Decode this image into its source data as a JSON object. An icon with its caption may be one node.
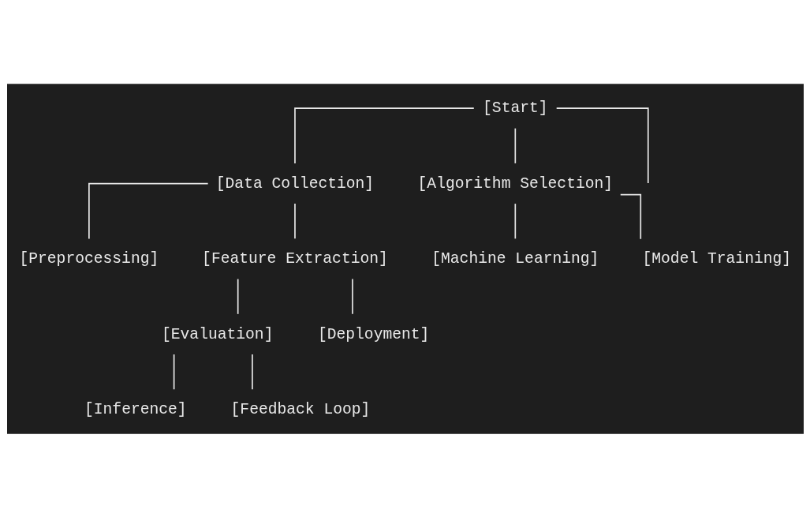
{
  "diagram": {
    "nodes": [
      {
        "text": [
          "[Start]"
        ]
      },
      {
        "text": [
          "[Data Collection]"
        ]
      },
      {
        "text": [
          "[Algorithm Selection]"
        ]
      },
      {
        "text": [
          "[Preprocessing]"
        ]
      },
      {
        "text": [
          "[Feature Extraction]"
        ]
      },
      {
        "text": [
          "[Machine Learning]"
        ]
      },
      {
        "text": [
          "[Model Training]"
        ]
      },
      {
        "text": [
          "[Evaluation]"
        ]
      },
      {
        "text": [
          "[Deployment]"
        ]
      },
      {
        "text": [
          "[Inference]"
        ]
      },
      {
        "text": [
          "[Feedback Loop]"
        ]
      }
    ],
    "edges": [
      {
        "from": 0,
        "to": 1,
        "arrow": "none"
      },
      {
        "from": 0,
        "to": null,
        "arrow": "none"
      },
      {
        "from": 0,
        "to": 2,
        "arrow": "none"
      },
      {
        "from": 1,
        "to": 3,
        "arrow": "none"
      },
      {
        "from": 1,
        "to": 4,
        "arrow": "none"
      },
      {
        "from": 2,
        "to": 5,
        "arrow": "none"
      },
      {
        "from": 2,
        "to": 6,
        "arrow": "none"
      },
      {
        "from": 4,
        "to": 7,
        "arrow": "none"
      },
      {
        "from": 4,
        "to": 8,
        "arrow": "none"
      },
      {
        "from": 7,
        "to": 9,
        "arrow": "none"
      },
      {
        "from": 7,
        "to": 10,
        "arrow": "none"
      }
    ]
  }
}
